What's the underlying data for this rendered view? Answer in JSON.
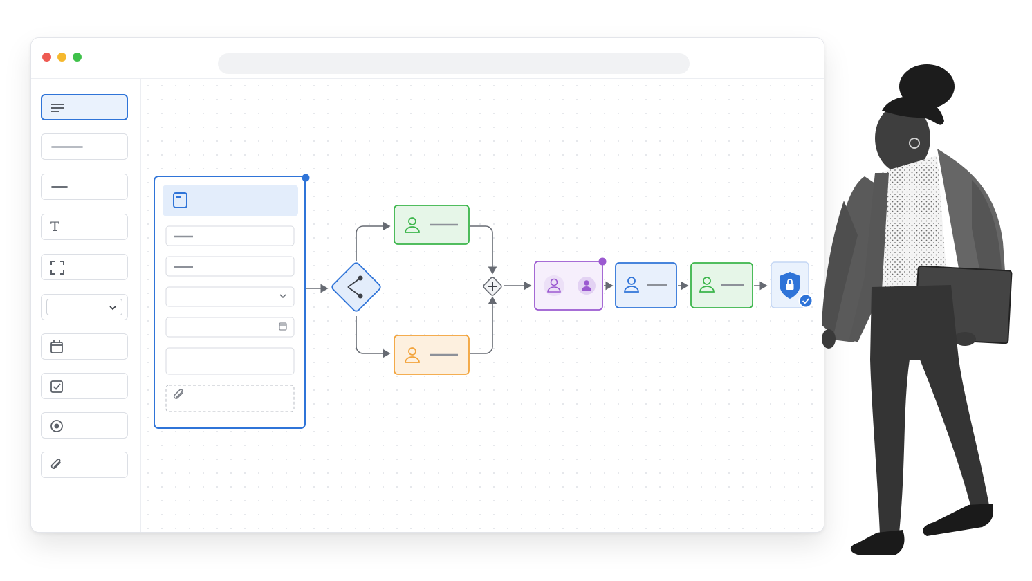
{
  "window": {
    "traffic_lights": {
      "close": "#ee5a52",
      "minimize": "#f5b82e",
      "maximize": "#3fc14a"
    }
  },
  "sidebar": {
    "items": [
      {
        "name": "paragraph-icon",
        "active": true
      },
      {
        "name": "long-line-field",
        "active": false
      },
      {
        "name": "short-line-field",
        "active": false
      },
      {
        "name": "text-icon",
        "active": false,
        "glyph": "T"
      },
      {
        "name": "frame-icon",
        "active": false
      },
      {
        "name": "dropdown-field",
        "active": false
      },
      {
        "name": "calendar-icon",
        "active": false
      },
      {
        "name": "checkbox-icon",
        "active": false
      },
      {
        "name": "radio-icon",
        "active": false
      },
      {
        "name": "paperclip-icon",
        "active": false
      }
    ]
  },
  "form_card": {
    "accent": "#2f74d8",
    "fields": [
      "text-field",
      "text-field",
      "dropdown-field",
      "date-field",
      "textarea-field",
      "attachment-dropzone"
    ]
  },
  "workflow": {
    "colors": {
      "green": "#3bb54a",
      "orange": "#f2a33a",
      "purple": "#9b59d0",
      "blue": "#2f74d8",
      "gray": "#666a72"
    },
    "nodes": [
      "branch-gateway",
      "green-user-task",
      "orange-user-task",
      "merge-gateway",
      "purple-multi-user-task",
      "blue-user-task",
      "green-user-task-final",
      "secure-approval-shield"
    ]
  }
}
